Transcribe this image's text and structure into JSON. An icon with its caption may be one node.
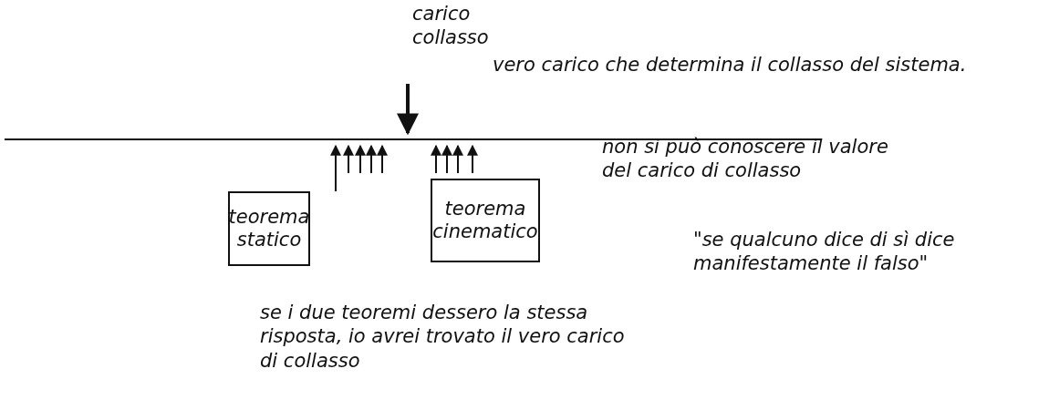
{
  "diagram": {
    "nodes": [
      {
        "text": [
          "teorema statico"
        ]
      },
      {
        "text": [
          "teorema cinematico"
        ]
      }
    ],
    "labels": [
      "carico collasso",
      "vero carico che determina il collasso del sistema.",
      "non si può conoscere il valore del carico di collasso",
      "\"se qualcuno dice di sì dice manifestamente il falso\"",
      "se i due teoremi dessero la stessa risposta, io avrei trovato il vero carico di collasso"
    ]
  }
}
